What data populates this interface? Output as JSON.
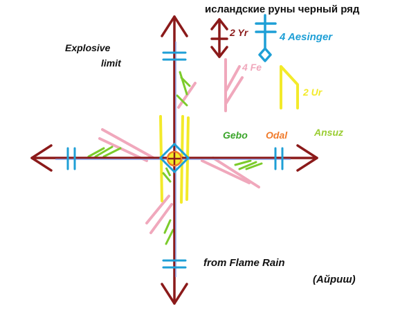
{
  "title": "исландские руны черный ряд",
  "labels": {
    "explosive": "Explosive",
    "limit": "limit",
    "yr": "2 Yr",
    "aesinger": "4 Aesinger",
    "fe": "4 Fe",
    "ur": "2 Ur",
    "gebo": "Gebo",
    "odal": "Odal",
    "ansuz": "Ansuz",
    "from_flame_rain": "from Flame Rain",
    "author": "(Айриш)"
  },
  "colors": {
    "arrow": "#8b1a1a",
    "blue": "#1e9fd6",
    "pink": "#f0a8bc",
    "yellow": "#f3ea2a",
    "green": "#7ccb2b",
    "gebo_text": "#3aa52a",
    "odal_text": "#f07a2a",
    "ansuz_text": "#9acd32",
    "black": "#111111"
  }
}
